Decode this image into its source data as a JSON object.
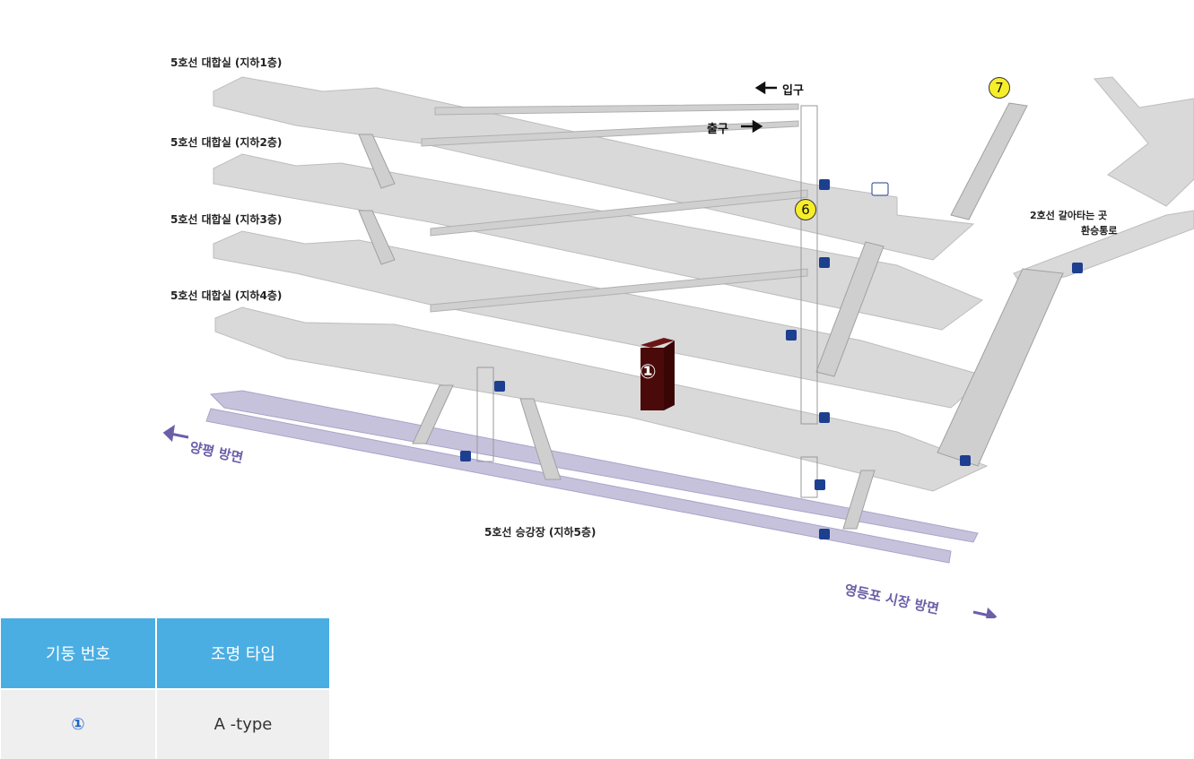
{
  "floors": [
    {
      "label": "5호선 대합실 (지하1층)"
    },
    {
      "label": "5호선 대합실 (지하2층)"
    },
    {
      "label": "5호선 대합실 (지하3층)"
    },
    {
      "label": "5호선 대합실 (지하4층)"
    }
  ],
  "platform_label": "5호선 승강장 (지하5층)",
  "entrance": "입구",
  "exit": "출구",
  "exits": {
    "six": "6",
    "seven": "7"
  },
  "transfer": {
    "line1": "2호선 갈아타는 곳",
    "line2": "환승통로"
  },
  "direction_west": "양평 방면",
  "direction_east": "영등포 시장 방면",
  "pillar_marker": "①",
  "colors": {
    "floor": "#d9d9d9",
    "platform": "#c7c2dc",
    "pillar": "#4a0a0a",
    "header": "#4aaee3",
    "badge": "#f7ee2a"
  },
  "legend": {
    "headers": [
      "기둥 번호",
      "조명 타입"
    ],
    "rows": [
      {
        "pillar": "①",
        "type": "A -type"
      }
    ]
  }
}
